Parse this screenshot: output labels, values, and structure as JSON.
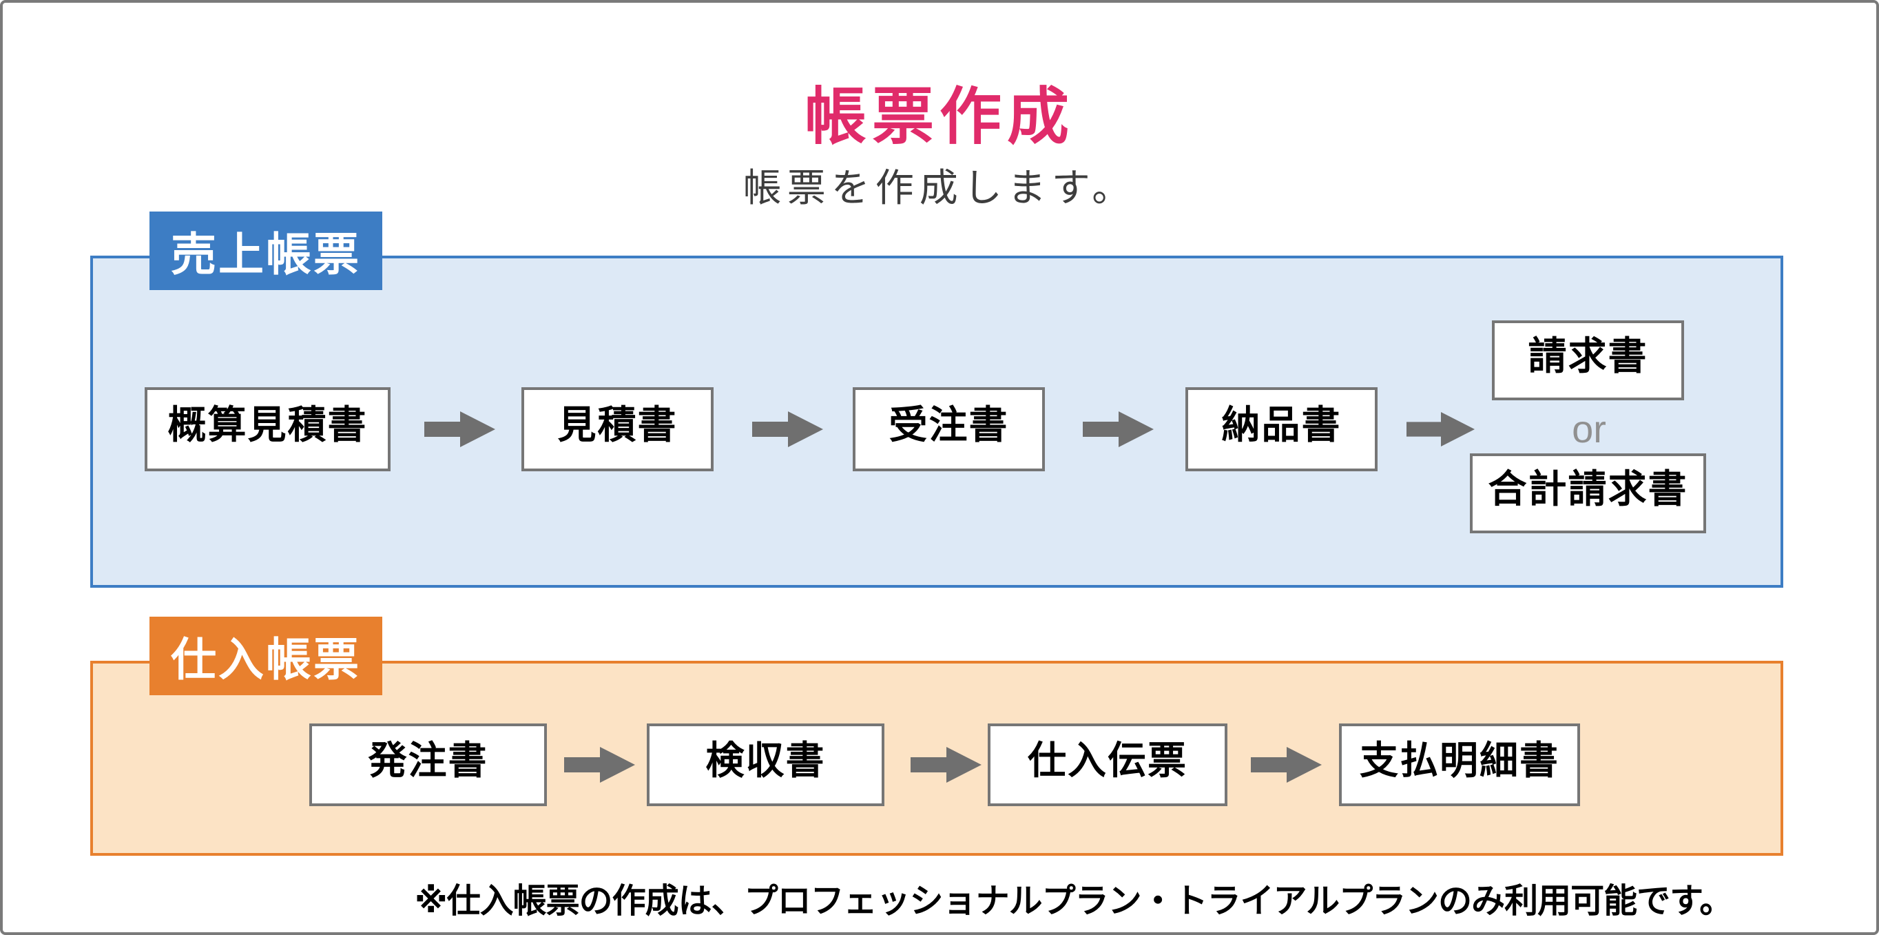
{
  "header": {
    "title": "帳票作成",
    "subtitle": "帳票を作成します。"
  },
  "sales": {
    "label": "売上帳票",
    "flow": [
      "概算見積書",
      "見積書",
      "受注書",
      "納品書"
    ],
    "branch": {
      "top": "請求書",
      "or_label": "or",
      "bottom": "合計請求書"
    },
    "colors": {
      "accent": "#3d7dc4",
      "panel_bg": "#dde9f6"
    }
  },
  "purchase": {
    "label": "仕入帳票",
    "flow": [
      "発注書",
      "検収書",
      "仕入伝票",
      "支払明細書"
    ],
    "colors": {
      "accent": "#e8802e",
      "panel_bg": "#fce3c5"
    }
  },
  "note": {
    "text": "※仕入帳票の作成は、プロフェッショナルプラン・トライアルプランのみ利用可能です。"
  },
  "colors": {
    "title": "#e02b6a",
    "arrow": "#6f6f6f",
    "box_border": "#767676",
    "frame_border": "#7a7a7a",
    "or_label": "#909090"
  }
}
